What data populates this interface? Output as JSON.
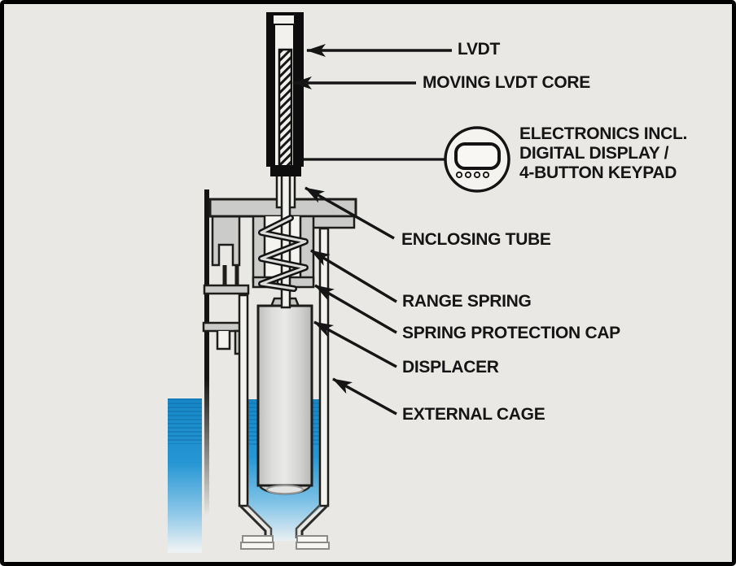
{
  "diagram": {
    "labels": {
      "lvdt": "LVDT",
      "moving_core": "MOVING LVDT CORE",
      "electronics_line1": "ELECTRONICS INCL.",
      "electronics_line2": "DIGITAL DISPLAY /",
      "electronics_line3": "4-BUTTON KEYPAD",
      "enclosing_tube": "ENCLOSING TUBE",
      "range_spring": "RANGE SPRING",
      "spring_protection_cap": "SPRING PROTECTION CAP",
      "displacer": "DISPLACER",
      "external_cage": "EXTERNAL CAGE"
    },
    "electronics_icon": {
      "name": "digital-display-keypad-icon",
      "button_count": 4
    },
    "colors": {
      "background": "#e9e8e5",
      "line": "#151515",
      "metal_gray": "#cbcbc9",
      "displacer_gray": "#d8d8d6",
      "liquid_blue": "#1e8ecd",
      "liquid_stripe": "#0d6fa8"
    }
  }
}
